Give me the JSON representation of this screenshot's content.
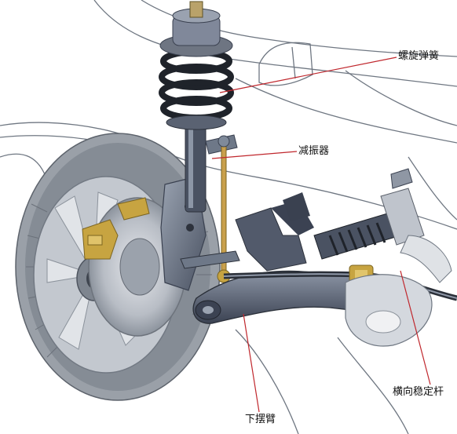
{
  "labels": {
    "coil_spring": "螺旋弹簧",
    "shock_absorber": "减振器",
    "stabilizer_bar": "横向稳定杆",
    "lower_control_arm": "下摆臂"
  },
  "colors": {
    "leader_line": "#c0272d",
    "outline": "#6f7782",
    "metal_dark": "#3a4150",
    "metal_mid": "#7f8a9a",
    "metal_light": "#c9ced6",
    "tire": "#8b929b",
    "rim": "#b9bec6",
    "brass": "#c7a441",
    "background": "#ffffff"
  },
  "icons": {
    "wheel": "wheel-assembly",
    "spring": "coil-spring",
    "damper": "shock-absorber",
    "arm": "lower-control-arm",
    "bar": "stabilizer-bar",
    "rack": "steering-rack"
  }
}
